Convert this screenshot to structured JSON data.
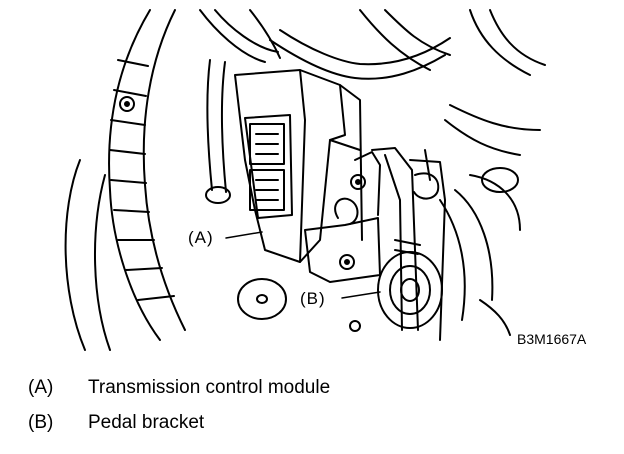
{
  "diagram": {
    "callouts": {
      "a": "(A)",
      "b": "(B)"
    },
    "figure_code": "B3M1667A"
  },
  "legend": [
    {
      "key": "(A)",
      "label": "Transmission control module"
    },
    {
      "key": "(B)",
      "label": "Pedal bracket"
    }
  ]
}
